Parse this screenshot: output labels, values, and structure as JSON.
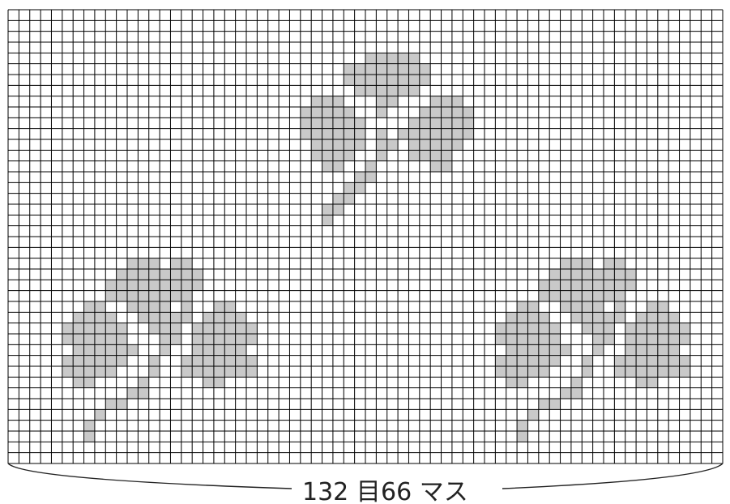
{
  "caption": {
    "stitches": "132 目",
    "squares": "66 マス"
  },
  "grid": {
    "columns": 66,
    "rows": 42,
    "line_color": "#000000",
    "fill_color": "#c9c9c9",
    "background": "#ffffff"
  },
  "motifs": [
    {
      "name": "clover-top",
      "filled_cells": [
        [
          33,
          4
        ],
        [
          34,
          4
        ],
        [
          35,
          4
        ],
        [
          36,
          4
        ],
        [
          37,
          4
        ],
        [
          31,
          5
        ],
        [
          32,
          5
        ],
        [
          33,
          5
        ],
        [
          34,
          5
        ],
        [
          35,
          5
        ],
        [
          36,
          5
        ],
        [
          37,
          5
        ],
        [
          38,
          5
        ],
        [
          31,
          6
        ],
        [
          32,
          6
        ],
        [
          33,
          6
        ],
        [
          34,
          6
        ],
        [
          35,
          6
        ],
        [
          36,
          6
        ],
        [
          37,
          6
        ],
        [
          38,
          6
        ],
        [
          32,
          7
        ],
        [
          33,
          7
        ],
        [
          34,
          7
        ],
        [
          35,
          7
        ],
        [
          36,
          7
        ],
        [
          37,
          7
        ],
        [
          28,
          8
        ],
        [
          29,
          8
        ],
        [
          30,
          8
        ],
        [
          34,
          8
        ],
        [
          35,
          8
        ],
        [
          39,
          8
        ],
        [
          40,
          8
        ],
        [
          41,
          8
        ],
        [
          27,
          9
        ],
        [
          28,
          9
        ],
        [
          29,
          9
        ],
        [
          30,
          9
        ],
        [
          31,
          9
        ],
        [
          34,
          9
        ],
        [
          38,
          9
        ],
        [
          39,
          9
        ],
        [
          40,
          9
        ],
        [
          41,
          9
        ],
        [
          42,
          9
        ],
        [
          27,
          10
        ],
        [
          28,
          10
        ],
        [
          29,
          10
        ],
        [
          30,
          10
        ],
        [
          31,
          10
        ],
        [
          32,
          10
        ],
        [
          37,
          10
        ],
        [
          38,
          10
        ],
        [
          39,
          10
        ],
        [
          40,
          10
        ],
        [
          41,
          10
        ],
        [
          42,
          10
        ],
        [
          27,
          11
        ],
        [
          28,
          11
        ],
        [
          29,
          11
        ],
        [
          30,
          11
        ],
        [
          31,
          11
        ],
        [
          32,
          11
        ],
        [
          34,
          11
        ],
        [
          36,
          11
        ],
        [
          37,
          11
        ],
        [
          38,
          11
        ],
        [
          39,
          11
        ],
        [
          40,
          11
        ],
        [
          41,
          11
        ],
        [
          42,
          11
        ],
        [
          28,
          12
        ],
        [
          29,
          12
        ],
        [
          30,
          12
        ],
        [
          31,
          12
        ],
        [
          32,
          12
        ],
        [
          34,
          12
        ],
        [
          35,
          12
        ],
        [
          37,
          12
        ],
        [
          38,
          12
        ],
        [
          39,
          12
        ],
        [
          40,
          12
        ],
        [
          41,
          12
        ],
        [
          28,
          13
        ],
        [
          29,
          13
        ],
        [
          30,
          13
        ],
        [
          31,
          13
        ],
        [
          34,
          13
        ],
        [
          37,
          13
        ],
        [
          38,
          13
        ],
        [
          39,
          13
        ],
        [
          40,
          13
        ],
        [
          29,
          14
        ],
        [
          30,
          14
        ],
        [
          33,
          14
        ],
        [
          39,
          14
        ],
        [
          40,
          14
        ],
        [
          33,
          15
        ],
        [
          32,
          15
        ],
        [
          31,
          16
        ],
        [
          32,
          16
        ],
        [
          30,
          17
        ],
        [
          31,
          17
        ],
        [
          29,
          18
        ],
        [
          30,
          18
        ],
        [
          29,
          19
        ]
      ]
    },
    {
      "name": "clover-left",
      "filled_cells": [
        [
          11,
          23
        ],
        [
          12,
          23
        ],
        [
          13,
          23
        ],
        [
          15,
          23
        ],
        [
          16,
          23
        ],
        [
          10,
          24
        ],
        [
          11,
          24
        ],
        [
          12,
          24
        ],
        [
          13,
          24
        ],
        [
          14,
          24
        ],
        [
          15,
          24
        ],
        [
          16,
          24
        ],
        [
          17,
          24
        ],
        [
          9,
          25
        ],
        [
          10,
          25
        ],
        [
          11,
          25
        ],
        [
          12,
          25
        ],
        [
          13,
          25
        ],
        [
          14,
          25
        ],
        [
          15,
          25
        ],
        [
          16,
          25
        ],
        [
          17,
          25
        ],
        [
          9,
          26
        ],
        [
          10,
          26
        ],
        [
          11,
          26
        ],
        [
          12,
          26
        ],
        [
          13,
          26
        ],
        [
          14,
          26
        ],
        [
          15,
          26
        ],
        [
          16,
          26
        ],
        [
          7,
          27
        ],
        [
          8,
          27
        ],
        [
          11,
          27
        ],
        [
          12,
          27
        ],
        [
          13,
          27
        ],
        [
          14,
          27
        ],
        [
          16,
          27
        ],
        [
          19,
          27
        ],
        [
          20,
          27
        ],
        [
          6,
          28
        ],
        [
          7,
          28
        ],
        [
          8,
          28
        ],
        [
          9,
          28
        ],
        [
          12,
          28
        ],
        [
          13,
          28
        ],
        [
          14,
          28
        ],
        [
          15,
          28
        ],
        [
          16,
          28
        ],
        [
          18,
          28
        ],
        [
          19,
          28
        ],
        [
          20,
          28
        ],
        [
          21,
          28
        ],
        [
          5,
          29
        ],
        [
          6,
          29
        ],
        [
          7,
          29
        ],
        [
          8,
          29
        ],
        [
          9,
          29
        ],
        [
          10,
          29
        ],
        [
          13,
          29
        ],
        [
          14,
          29
        ],
        [
          15,
          29
        ],
        [
          17,
          29
        ],
        [
          18,
          29
        ],
        [
          19,
          29
        ],
        [
          20,
          29
        ],
        [
          21,
          29
        ],
        [
          22,
          29
        ],
        [
          5,
          30
        ],
        [
          6,
          30
        ],
        [
          7,
          30
        ],
        [
          8,
          30
        ],
        [
          9,
          30
        ],
        [
          10,
          30
        ],
        [
          14,
          30
        ],
        [
          15,
          30
        ],
        [
          17,
          30
        ],
        [
          18,
          30
        ],
        [
          19,
          30
        ],
        [
          20,
          30
        ],
        [
          21,
          30
        ],
        [
          22,
          30
        ],
        [
          6,
          31
        ],
        [
          7,
          31
        ],
        [
          8,
          31
        ],
        [
          9,
          31
        ],
        [
          10,
          31
        ],
        [
          11,
          31
        ],
        [
          14,
          31
        ],
        [
          17,
          31
        ],
        [
          18,
          31
        ],
        [
          19,
          31
        ],
        [
          20,
          31
        ],
        [
          21,
          31
        ],
        [
          5,
          32
        ],
        [
          6,
          32
        ],
        [
          7,
          32
        ],
        [
          8,
          32
        ],
        [
          9,
          32
        ],
        [
          10,
          32
        ],
        [
          13,
          32
        ],
        [
          16,
          32
        ],
        [
          17,
          32
        ],
        [
          18,
          32
        ],
        [
          19,
          32
        ],
        [
          20,
          32
        ],
        [
          21,
          32
        ],
        [
          22,
          32
        ],
        [
          5,
          33
        ],
        [
          6,
          33
        ],
        [
          7,
          33
        ],
        [
          8,
          33
        ],
        [
          9,
          33
        ],
        [
          13,
          33
        ],
        [
          16,
          33
        ],
        [
          17,
          33
        ],
        [
          18,
          33
        ],
        [
          19,
          33
        ],
        [
          20,
          33
        ],
        [
          21,
          33
        ],
        [
          22,
          33
        ],
        [
          6,
          34
        ],
        [
          7,
          34
        ],
        [
          12,
          34
        ],
        [
          18,
          34
        ],
        [
          19,
          34
        ],
        [
          11,
          35
        ],
        [
          12,
          35
        ],
        [
          9,
          36
        ],
        [
          10,
          36
        ],
        [
          8,
          37
        ],
        [
          7,
          38
        ],
        [
          7,
          39
        ]
      ]
    },
    {
      "name": "clover-right",
      "filled_cells": [
        [
          51,
          23
        ],
        [
          52,
          23
        ],
        [
          53,
          23
        ],
        [
          55,
          23
        ],
        [
          56,
          23
        ],
        [
          50,
          24
        ],
        [
          51,
          24
        ],
        [
          52,
          24
        ],
        [
          53,
          24
        ],
        [
          54,
          24
        ],
        [
          55,
          24
        ],
        [
          56,
          24
        ],
        [
          57,
          24
        ],
        [
          49,
          25
        ],
        [
          50,
          25
        ],
        [
          51,
          25
        ],
        [
          52,
          25
        ],
        [
          53,
          25
        ],
        [
          54,
          25
        ],
        [
          55,
          25
        ],
        [
          56,
          25
        ],
        [
          57,
          25
        ],
        [
          49,
          26
        ],
        [
          50,
          26
        ],
        [
          51,
          26
        ],
        [
          52,
          26
        ],
        [
          53,
          26
        ],
        [
          54,
          26
        ],
        [
          55,
          26
        ],
        [
          56,
          26
        ],
        [
          47,
          27
        ],
        [
          48,
          27
        ],
        [
          51,
          27
        ],
        [
          52,
          27
        ],
        [
          53,
          27
        ],
        [
          54,
          27
        ],
        [
          56,
          27
        ],
        [
          59,
          27
        ],
        [
          60,
          27
        ],
        [
          46,
          28
        ],
        [
          47,
          28
        ],
        [
          48,
          28
        ],
        [
          49,
          28
        ],
        [
          52,
          28
        ],
        [
          53,
          28
        ],
        [
          54,
          28
        ],
        [
          55,
          28
        ],
        [
          56,
          28
        ],
        [
          58,
          28
        ],
        [
          59,
          28
        ],
        [
          60,
          28
        ],
        [
          61,
          28
        ],
        [
          45,
          29
        ],
        [
          46,
          29
        ],
        [
          47,
          29
        ],
        [
          48,
          29
        ],
        [
          49,
          29
        ],
        [
          50,
          29
        ],
        [
          53,
          29
        ],
        [
          54,
          29
        ],
        [
          55,
          29
        ],
        [
          57,
          29
        ],
        [
          58,
          29
        ],
        [
          59,
          29
        ],
        [
          60,
          29
        ],
        [
          61,
          29
        ],
        [
          62,
          29
        ],
        [
          45,
          30
        ],
        [
          46,
          30
        ],
        [
          47,
          30
        ],
        [
          48,
          30
        ],
        [
          49,
          30
        ],
        [
          50,
          30
        ],
        [
          54,
          30
        ],
        [
          55,
          30
        ],
        [
          57,
          30
        ],
        [
          58,
          30
        ],
        [
          59,
          30
        ],
        [
          60,
          30
        ],
        [
          61,
          30
        ],
        [
          62,
          30
        ],
        [
          46,
          31
        ],
        [
          47,
          31
        ],
        [
          48,
          31
        ],
        [
          49,
          31
        ],
        [
          50,
          31
        ],
        [
          51,
          31
        ],
        [
          54,
          31
        ],
        [
          57,
          31
        ],
        [
          58,
          31
        ],
        [
          59,
          31
        ],
        [
          60,
          31
        ],
        [
          61,
          31
        ],
        [
          45,
          32
        ],
        [
          46,
          32
        ],
        [
          47,
          32
        ],
        [
          48,
          32
        ],
        [
          49,
          32
        ],
        [
          50,
          32
        ],
        [
          53,
          32
        ],
        [
          56,
          32
        ],
        [
          57,
          32
        ],
        [
          58,
          32
        ],
        [
          59,
          32
        ],
        [
          60,
          32
        ],
        [
          61,
          32
        ],
        [
          62,
          32
        ],
        [
          45,
          33
        ],
        [
          46,
          33
        ],
        [
          47,
          33
        ],
        [
          48,
          33
        ],
        [
          49,
          33
        ],
        [
          53,
          33
        ],
        [
          56,
          33
        ],
        [
          57,
          33
        ],
        [
          58,
          33
        ],
        [
          59,
          33
        ],
        [
          60,
          33
        ],
        [
          61,
          33
        ],
        [
          62,
          33
        ],
        [
          46,
          34
        ],
        [
          47,
          34
        ],
        [
          52,
          34
        ],
        [
          58,
          34
        ],
        [
          59,
          34
        ],
        [
          51,
          35
        ],
        [
          52,
          35
        ],
        [
          49,
          36
        ],
        [
          50,
          36
        ],
        [
          48,
          37
        ],
        [
          47,
          38
        ],
        [
          47,
          39
        ]
      ]
    }
  ]
}
